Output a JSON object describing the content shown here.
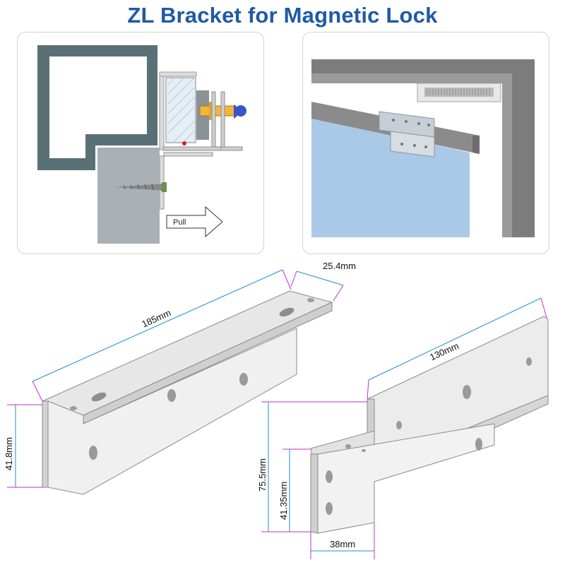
{
  "title": "ZL Bracket for Magnetic Lock",
  "diagram": {
    "pull_label": "Pull"
  },
  "dimensions": {
    "large_length": "185mm",
    "large_width": "25.4mm",
    "large_height": "41.8mm",
    "small_length": "130mm",
    "small_height_total": "75.5mm",
    "small_height_inner": "41.35mm",
    "small_depth": "38mm"
  },
  "colors": {
    "title": "#1f5aa6",
    "length_dimension_line": "#1a8fd0",
    "height_dimension_line": "#c02fd0",
    "frame": "#5a7077",
    "door_glass": "#a9c9e6",
    "bracket_metal": "#e3e3e3"
  }
}
